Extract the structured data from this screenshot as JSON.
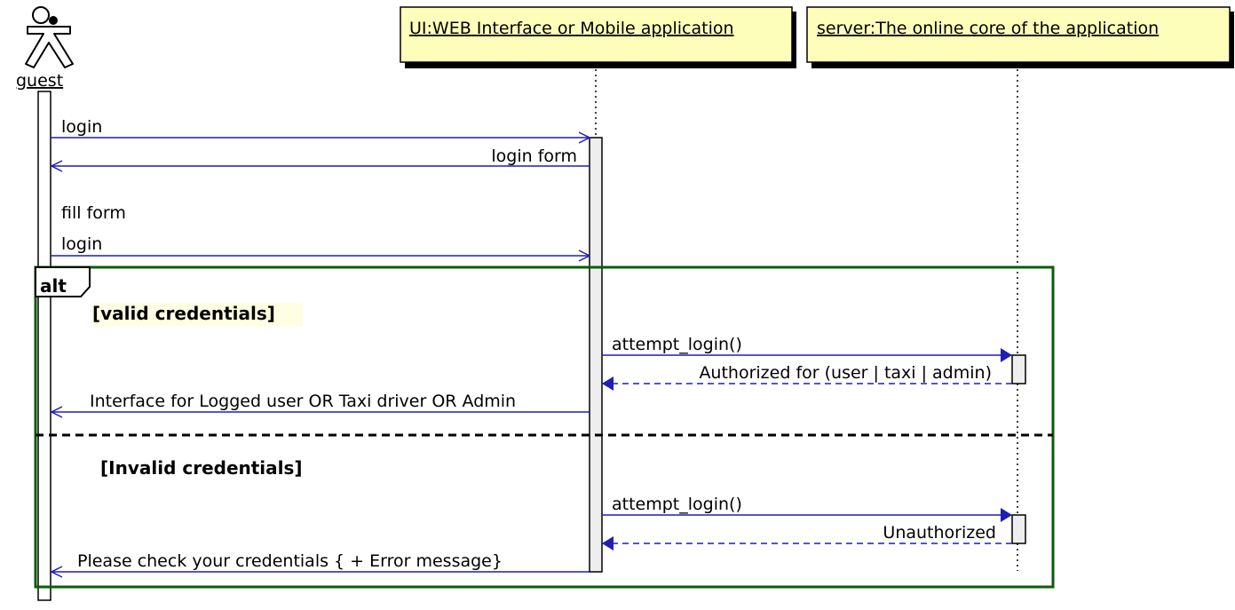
{
  "participants": {
    "actor": "guest",
    "ui": "UI:WEB Interface or Mobile application",
    "server": "server:The online core of the application"
  },
  "messages": {
    "m1": "login",
    "m2": "login form",
    "m3": "fill form",
    "m4": "login",
    "m5": "attempt_login()",
    "m6": "Authorized for (user | taxi | admin)",
    "m7": "Interface for Logged user OR Taxi driver OR Admin",
    "m8": "attempt_login()",
    "m9": "Unauthorized",
    "m10": "Please check your credentials { + Error message}"
  },
  "fragment": {
    "label": "alt",
    "guard1": "[valid credentials]",
    "guard2": "[Invalid credentials]"
  },
  "colors": {
    "arrow": "#1f1fb4",
    "note_fill": "#fefebb",
    "fragment_border": "#0a5c0a",
    "activation_fill": "#eeeeee"
  }
}
